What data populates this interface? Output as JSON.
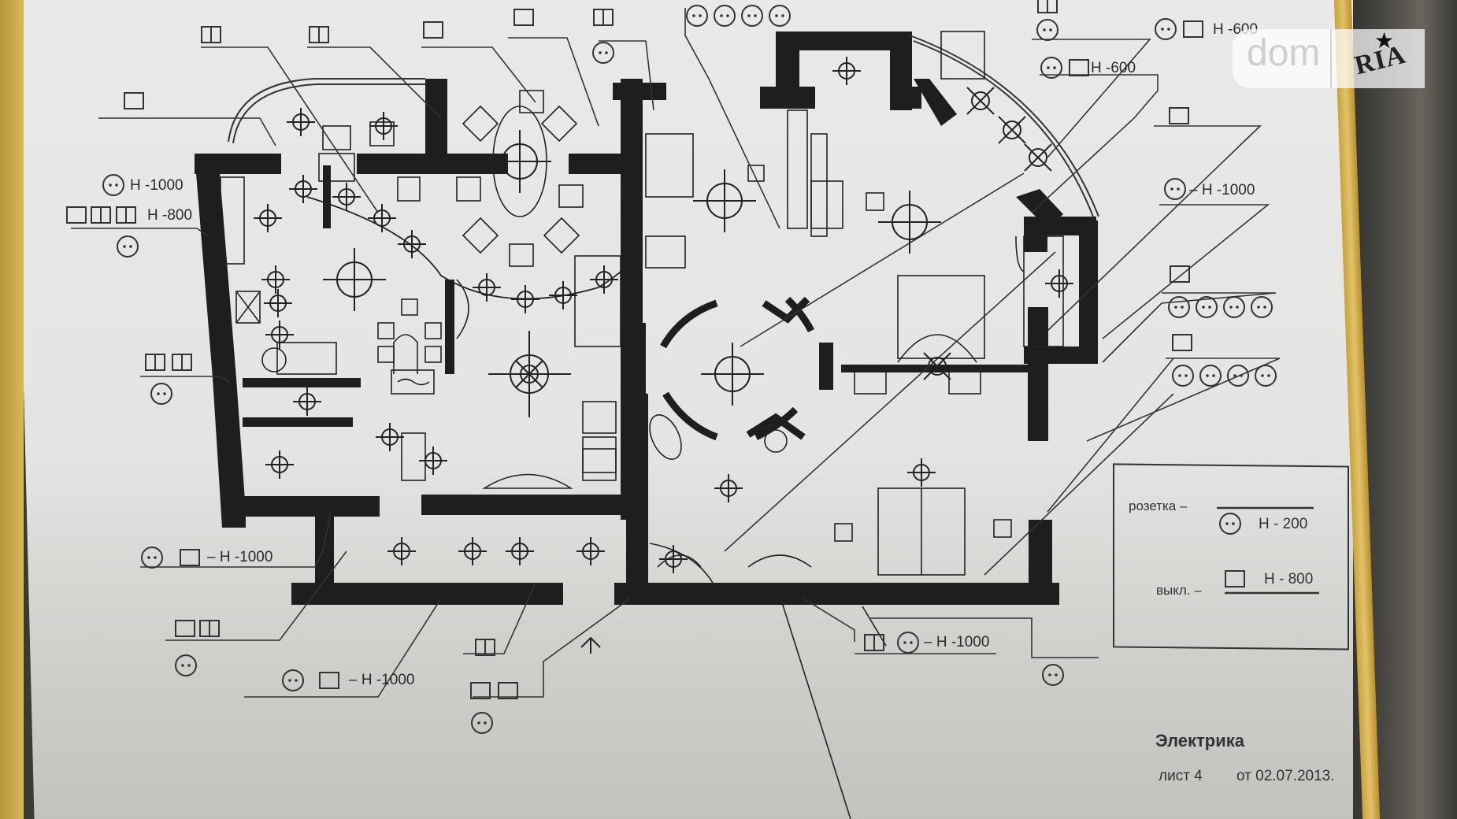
{
  "drawing": {
    "title": "Электрика",
    "sheet_label": "лист 4",
    "date_label": "от  02.07.2013.",
    "north_arrow": "↑"
  },
  "legend": {
    "socket_label": "розетка –",
    "socket_height": "H - 200",
    "switch_label": "выкл. –",
    "switch_height": "H - 800",
    "socket_icon": "socket-circle-icon",
    "switch_icon": "switch-square-icon"
  },
  "annotations": [
    {
      "id": "top-left-1",
      "symbols": "switch-double",
      "height": ""
    },
    {
      "id": "top-left-2",
      "symbols": "switch-double",
      "height": ""
    },
    {
      "id": "top-left-3",
      "symbols": "switch-single",
      "height": ""
    },
    {
      "id": "top-center-1",
      "symbols": "switch-single",
      "height": ""
    },
    {
      "id": "top-center-2",
      "symbols": "switch-double + socket",
      "height": ""
    },
    {
      "id": "top-sockets-4",
      "symbols": "socket x4",
      "height": ""
    },
    {
      "id": "top-right-1",
      "symbols": "switch + socket",
      "height": ""
    },
    {
      "id": "top-right-2",
      "symbols": "socket + switch",
      "height": "H -600"
    },
    {
      "id": "top-right-3",
      "symbols": "socket + switch",
      "height": "H -600"
    },
    {
      "id": "right-1",
      "symbols": "switch-single",
      "height": ""
    },
    {
      "id": "right-2",
      "symbols": "socket",
      "height": "– H -1000"
    },
    {
      "id": "right-3",
      "symbols": "switch + socket x4",
      "height": ""
    },
    {
      "id": "right-4",
      "symbols": "switch + socket x4",
      "height": ""
    },
    {
      "id": "left-1",
      "symbols": "switch-single",
      "height": ""
    },
    {
      "id": "left-2a",
      "symbols": "socket",
      "height": "H -1000"
    },
    {
      "id": "left-2b",
      "symbols": "switch x3",
      "height": "H -800"
    },
    {
      "id": "left-3",
      "symbols": "switch-double x2 + socket",
      "height": ""
    },
    {
      "id": "left-4",
      "symbols": "socket + switch",
      "height": "– H -1000"
    },
    {
      "id": "left-5",
      "symbols": "switch x2 + socket",
      "height": ""
    },
    {
      "id": "bottom-1",
      "symbols": "socket + switch",
      "height": "– H -1000"
    },
    {
      "id": "bottom-2",
      "symbols": "switch-double + switch x2 + socket",
      "height": ""
    },
    {
      "id": "bottom-3",
      "symbols": "switch-double + socket",
      "height": "– H -1000"
    },
    {
      "id": "bottom-4",
      "symbols": "socket",
      "height": ""
    }
  ],
  "labels": {
    "h600": "H -600",
    "h1000": "H -1000",
    "h1000_dash": "– H -1000",
    "h800": "H -800"
  },
  "watermark": {
    "left": "dom",
    "right": "RIA",
    "star": "★"
  }
}
